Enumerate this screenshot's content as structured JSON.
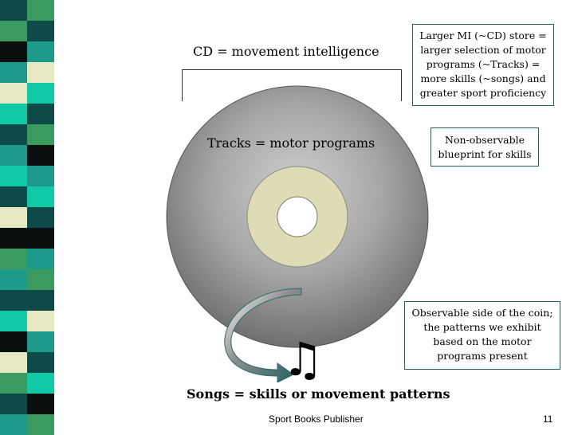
{
  "slide": {
    "title_cd": "CD = movement intelligence",
    "title_tracks": "Tracks = motor programs",
    "title_songs": "Songs = skills or movement patterns",
    "note_larger": "Larger MI (~CD) store = larger selection of motor programs (~Tracks) = more skills (~songs) and greater sport proficiency",
    "note_nonobservable": "Non-observable blueprint for skills",
    "note_observable": "Observable side of the coin; the patterns we exhibit based on the motor programs present",
    "music_symbol": "♫",
    "footer_publisher": "Sport Books Publisher",
    "page_number": "11"
  },
  "icons": {
    "disc": "cd-disc-icon",
    "arrow": "curved-arrow-icon",
    "music": "music-note-icon"
  },
  "colors": {
    "stripe_dark": "#0f4a4a",
    "stripe_teal": "#1e9a8a",
    "stripe_bright": "#12c9a6",
    "stripe_black": "#0a0f0f",
    "stripe_green": "#3a9a60",
    "stripe_cream": "#e6e8c2",
    "disc_gray": "#9a9a9a",
    "disc_ring": "#dedcb4"
  }
}
